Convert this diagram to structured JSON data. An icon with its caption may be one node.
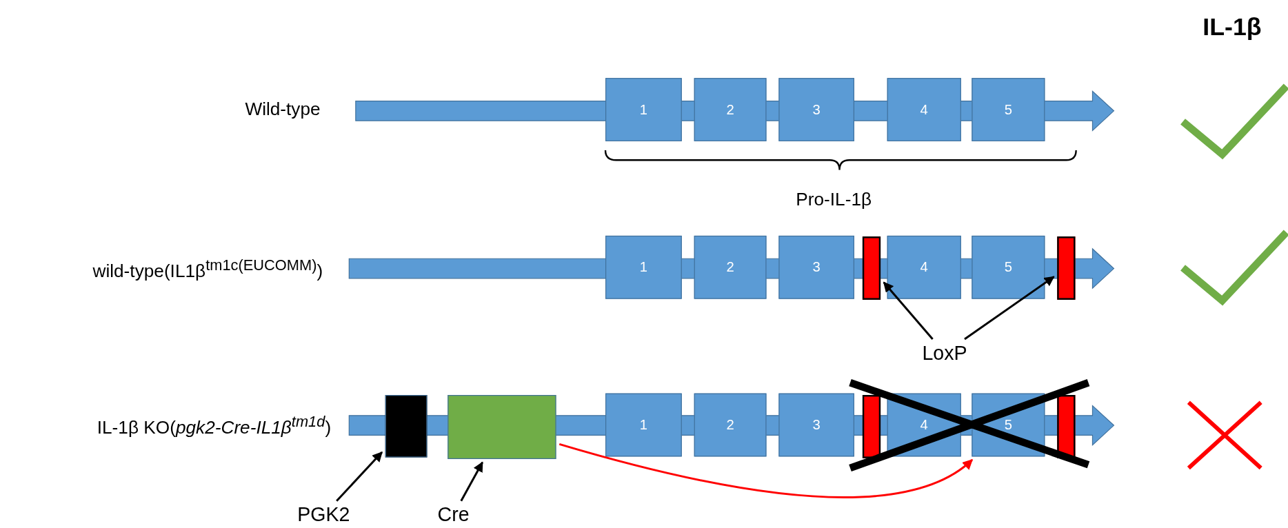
{
  "diagram": {
    "nodes": [
      {
        "text": [
          "1"
        ]
      },
      {
        "text": [
          "2"
        ]
      },
      {
        "text": [
          "3"
        ]
      },
      {
        "text": [
          "4"
        ]
      },
      {
        "text": [
          "5"
        ]
      },
      {
        "text": [
          "1"
        ]
      },
      {
        "text": [
          "2"
        ]
      },
      {
        "text": [
          "3"
        ]
      },
      {
        "text": [],
        "shape": "box"
      },
      {
        "text": [
          "4"
        ]
      },
      {
        "text": [
          "5"
        ]
      },
      {
        "text": [],
        "shape": "box"
      },
      {
        "text": [],
        "shape": "box"
      },
      {
        "text": [],
        "shape": "box"
      },
      {
        "text": [
          "1"
        ]
      },
      {
        "text": [
          "2"
        ]
      },
      {
        "text": [
          "3"
        ]
      },
      {
        "text": [],
        "shape": "box"
      },
      {
        "text": [
          "4"
        ]
      },
      {
        "text": [
          "5"
        ]
      },
      {
        "text": [],
        "shape": "box"
      },
      {
        "text": [
          "LoxP"
        ]
      },
      {
        "text": [
          "PGK2"
        ]
      },
      {
        "text": [
          "Cre"
        ]
      }
    ],
    "edges": [
      {
        "from": 21,
        "to": 8,
        "arrow": "to"
      },
      {
        "from": 21,
        "to": 11,
        "arrow": "to"
      },
      {
        "from": 22,
        "to": 12,
        "arrow": "to"
      },
      {
        "from": 23,
        "to": 13,
        "arrow": "to"
      },
      {
        "from": 13,
        "to": 19,
        "arrow": "to",
        "color": "#ff0000"
      }
    ],
    "labels": [
      "IL-1β",
      "Wild-type",
      "Pro-IL-1β",
      "wild-type(IL1β$^{tm1c(EUCOMM)}$)",
      "IL-1β KO(*pgk2-Cre-IL1β*$^{tm1d}$)"
    ]
  }
}
